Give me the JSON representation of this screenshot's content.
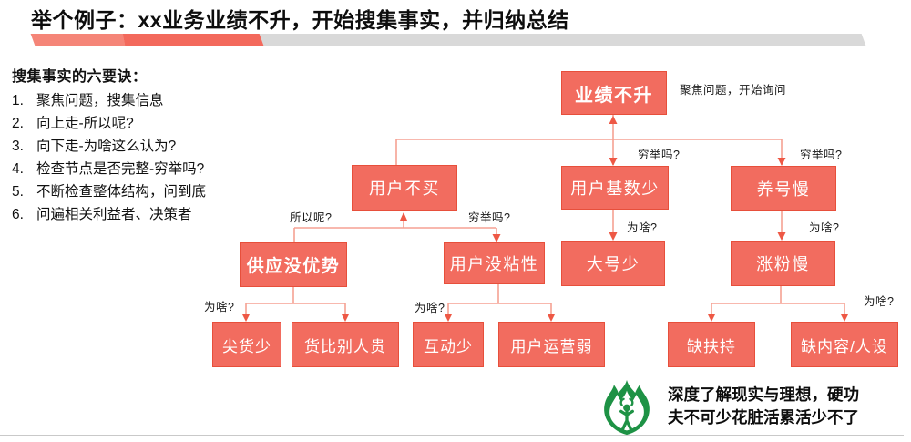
{
  "title": "举个例子：xx业务业绩不升，开始搜集事实，并归纳总结",
  "colors": {
    "node_fill": "#f26c5f",
    "node_border": "#e74f3b",
    "connector_line": "#f5a193",
    "arrowhead": "#ee5845",
    "bar_gray": "#d9d9d9",
    "bar_red": "#f3695c",
    "logo_green": "#1e9245"
  },
  "sidebar": {
    "heading": "搜集事实的六要诀：",
    "items": [
      {
        "num": "1.",
        "text": "聚焦问题，搜集信息"
      },
      {
        "num": "2.",
        "text": "向上走-所以呢?"
      },
      {
        "num": "3.",
        "text": "向下走-为啥这么认为?"
      },
      {
        "num": "4.",
        "text": "检查节点是否完整-穷举吗?"
      },
      {
        "num": "5.",
        "text": "不断检查整体结构，问到底"
      },
      {
        "num": "6.",
        "text": "问遍相关利益者、决策者"
      }
    ]
  },
  "tree": {
    "nodes": [
      {
        "label": "业绩不升"
      },
      {
        "label": "用户不买"
      },
      {
        "label": "用户基数少"
      },
      {
        "label": "养号慢"
      },
      {
        "label": "供应没优势"
      },
      {
        "label": "用户没粘性"
      },
      {
        "label": "大号少"
      },
      {
        "label": "涨粉慢"
      },
      {
        "label": "尖货少"
      },
      {
        "label": "货比别人贵"
      },
      {
        "label": "互动少"
      },
      {
        "label": "用户运营弱"
      },
      {
        "label": "缺扶持"
      },
      {
        "label": "缺内容/人设"
      }
    ],
    "annotations": [
      {
        "text": "聚焦问题，开始询问"
      },
      {
        "text": "穷举吗?"
      },
      {
        "text": "穷举吗?"
      },
      {
        "text": "所以呢?"
      },
      {
        "text": "穷举吗?"
      },
      {
        "text": "为啥?"
      },
      {
        "text": "为啥?"
      },
      {
        "text": "为啥?"
      },
      {
        "text": "为啥?"
      },
      {
        "text": "为啥?"
      }
    ]
  },
  "footer": {
    "logo_icon": "flame-person-logo",
    "slogan_line1": "深度了解现实与理想，硬功",
    "slogan_line2": "夫不可少花脏活累活少不了"
  }
}
